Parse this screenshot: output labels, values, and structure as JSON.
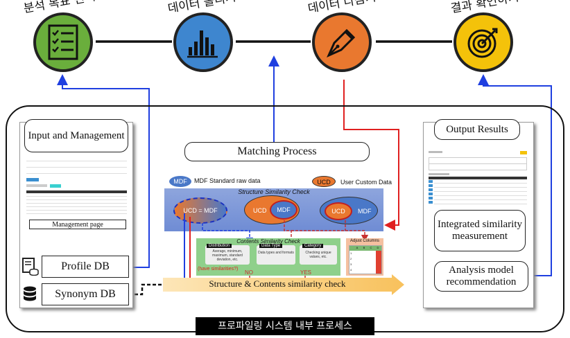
{
  "steps": [
    {
      "label": "분석 목표 선택",
      "color": "#6aae3c"
    },
    {
      "label": "데이터 올리기",
      "color": "#3e86cf"
    },
    {
      "label": "데이터 다듬기",
      "color": "#e9782f"
    },
    {
      "label": "결과 확인하기",
      "color": "#f4c20a"
    }
  ],
  "left": {
    "title": "Input and Management",
    "caption": "Management page",
    "profile_db": "Profile DB",
    "synonym_db": "Synonym  DB"
  },
  "middle": {
    "title": "Matching Process",
    "mdf_tag": "MDF",
    "mdf_desc": "MDF Standard raw data",
    "ucd_tag": "UCD",
    "ucd_desc": "User Custom Data",
    "structure_title": "Structure Similarity Check",
    "venn1": "UCD = MDF",
    "venn_ucd": "UCD",
    "venn_mdf": "MDF",
    "contents_title": "Contents Similarity Check",
    "dist_tag": "Distribution",
    "dist_text": "Average, minimum, maximum, standard deviation, etc.",
    "dtype_tag": "Data Type",
    "dtype_text": "Data types and formats",
    "cat_tag": "Category",
    "cat_text": "Checking unique values, etc.",
    "have_sim": "(have similarities?)",
    "no": "NO",
    "yes": "YES",
    "adjust": "Adjust Columns",
    "adjust_cols": [
      "A",
      "B",
      "C",
      "D"
    ],
    "adjust_rows": [
      "1",
      "2",
      "3",
      "4"
    ],
    "arrow_text": "Structure & Contents similarity check"
  },
  "right": {
    "title": "Output Results",
    "integrated": "Integrated similarity measurement",
    "analysis": "Analysis model recommendation"
  },
  "footer": "프로파일링 시스템 내부 프로세스"
}
